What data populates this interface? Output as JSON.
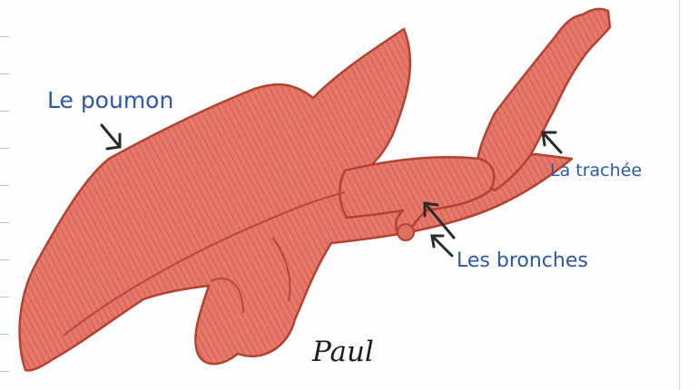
{
  "labels": {
    "poumon": "Le poumon",
    "trachee": "La trachée",
    "bronches": "Les bronches"
  },
  "signature": "Paul",
  "colors": {
    "organ_fill": "#e0705e",
    "organ_outline": "#b24232",
    "label_ink": "#2e58a8",
    "arrow_ink": "#2b2b2b"
  }
}
